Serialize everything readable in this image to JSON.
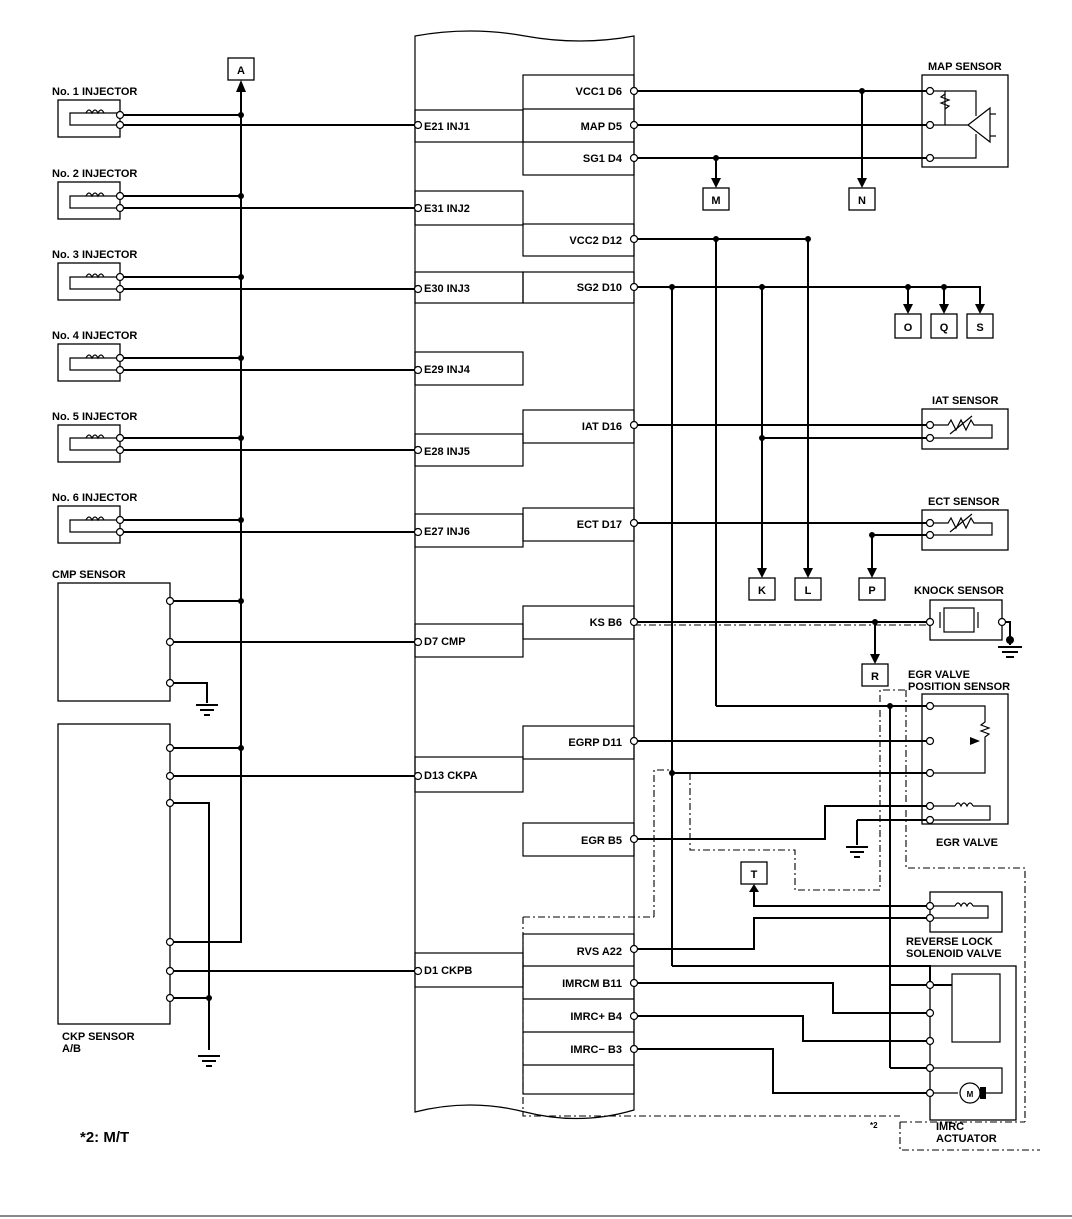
{
  "injectors": [
    {
      "label": "No. 1 INJECTOR",
      "pin": "E21 INJ1"
    },
    {
      "label": "No. 2 INJECTOR",
      "pin": "E31 INJ2"
    },
    {
      "label": "No. 3 INJECTOR",
      "pin": "E30 INJ3"
    },
    {
      "label": "No. 4 INJECTOR",
      "pin": "E29 INJ4"
    },
    {
      "label": "No. 5 INJECTOR",
      "pin": "E28 INJ5"
    },
    {
      "label": "No. 6 INJECTOR",
      "pin": "E27 INJ6"
    }
  ],
  "sensors": {
    "cmp_label": "CMP SENSOR",
    "ckp_label_1": "CKP SENSOR",
    "ckp_label_2": "A/B",
    "map_label": "MAP SENSOR",
    "iat_label": "IAT SENSOR",
    "ect_label": "ECT SENSOR",
    "knock_label": "KNOCK SENSOR",
    "egr_pos_label_1": "EGR VALVE",
    "egr_pos_label_2": "POSITION SENSOR",
    "egr_valve_label": "EGR VALVE",
    "rev_lock_label_1": "REVERSE LOCK",
    "rev_lock_label_2": "SOLENOID VALVE",
    "imrc_label_1": "IMRC",
    "imrc_label_2": "ACTUATOR"
  },
  "ecm_left_pins": {
    "cmp": "D7 CMP",
    "ckpa": "D13 CKPA",
    "ckpb": "D1 CKPB"
  },
  "ecm_right_pins": {
    "vcc1": "VCC1 D6",
    "map": "MAP D5",
    "sg1": "SG1 D4",
    "vcc2": "VCC2 D12",
    "sg2": "SG2 D10",
    "iat": "IAT D16",
    "ect": "ECT D17",
    "ks": "KS B6",
    "egrp": "EGRP D11",
    "egr": "EGR B5",
    "rvs": "RVS A22",
    "imrcm": "IMRCM B11",
    "imrcp": "IMRC+ B4",
    "imrcn": "IMRC− B3"
  },
  "connectors": {
    "a": "A",
    "m": "M",
    "n": "N",
    "o": "O",
    "q": "Q",
    "s": "S",
    "k": "K",
    "l": "L",
    "p": "P",
    "r": "R",
    "t": "T"
  },
  "notes": {
    "footnote": "*2: M/T",
    "star2": "*2"
  }
}
